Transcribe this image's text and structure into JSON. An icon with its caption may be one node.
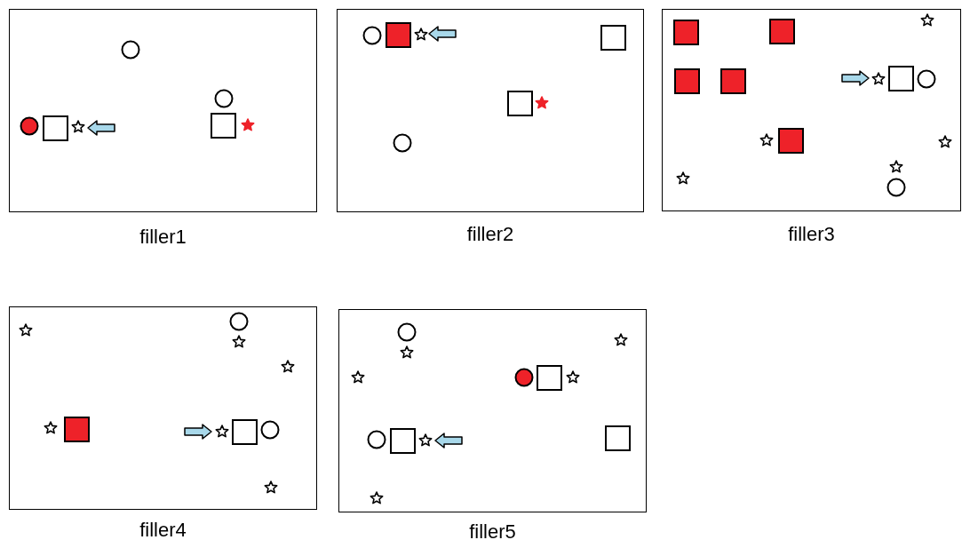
{
  "diagram": {
    "nodes": [
      {
        "text": [
          "filler1"
        ]
      },
      {
        "text": [
          "filler2"
        ]
      },
      {
        "text": [
          "filler3"
        ]
      },
      {
        "text": [
          "filler4"
        ]
      },
      {
        "text": [
          "filler5"
        ]
      }
    ]
  }
}
